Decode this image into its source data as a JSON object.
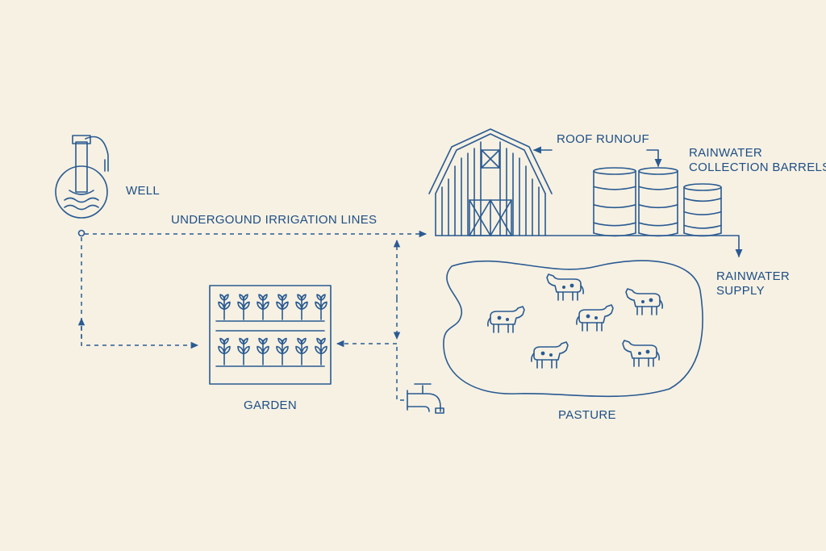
{
  "labels": {
    "well": "WELL",
    "irrigation": "UNDERGOUND IRRIGATION LINES",
    "roof": "ROOF RUNOUF",
    "barrels": "RAINWATER\nCOLLECTION BARRELS",
    "supply": "RAINWATER\nSUPPLY",
    "garden": "GARDEN",
    "pasture": "PASTURE"
  },
  "colors": {
    "ink": "#2a5a92",
    "text": "#1f4e86",
    "background": "#f6f1e3"
  },
  "icons": [
    "well-pump-icon",
    "barn-icon",
    "barrel-icon",
    "garden-bed-icon",
    "faucet-icon",
    "cow-icon"
  ]
}
